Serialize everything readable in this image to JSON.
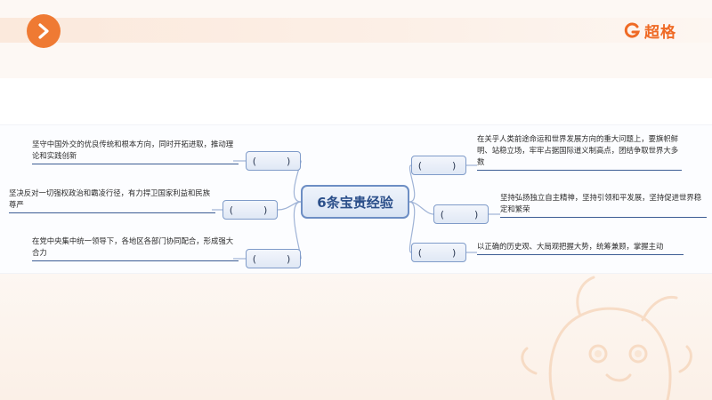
{
  "header": {
    "nav_icon": "chevron-right-icon",
    "brand_name": "超格",
    "brand_icon": "brand-g-logo-icon",
    "accent_color": "#ef7a33"
  },
  "mindmap": {
    "center": "6条宝贵经验",
    "blank_label": "(  )",
    "left": [
      "坚守中国外交的优良传统和根本方向，同时开拓进取，推动理论和实践创新",
      "坚决反对一切强权政治和霸凌行径，有力捍卫国家利益和民族尊严",
      "在党中央集中统一领导下，各地区各部门协同配合，形成强大合力"
    ],
    "right": [
      "在关乎人类前途命运和世界发展方向的重大问题上，要旗帜鲜明、站稳立场，牢牢占据国际道义制高点，团结争取世界大多数",
      "坚持弘扬独立自主精神，坚持引领和平发展，坚持促进世界稳定和繁荣",
      "以正确的历史观、大局观把握大势，统筹兼顾，掌握主动"
    ]
  }
}
